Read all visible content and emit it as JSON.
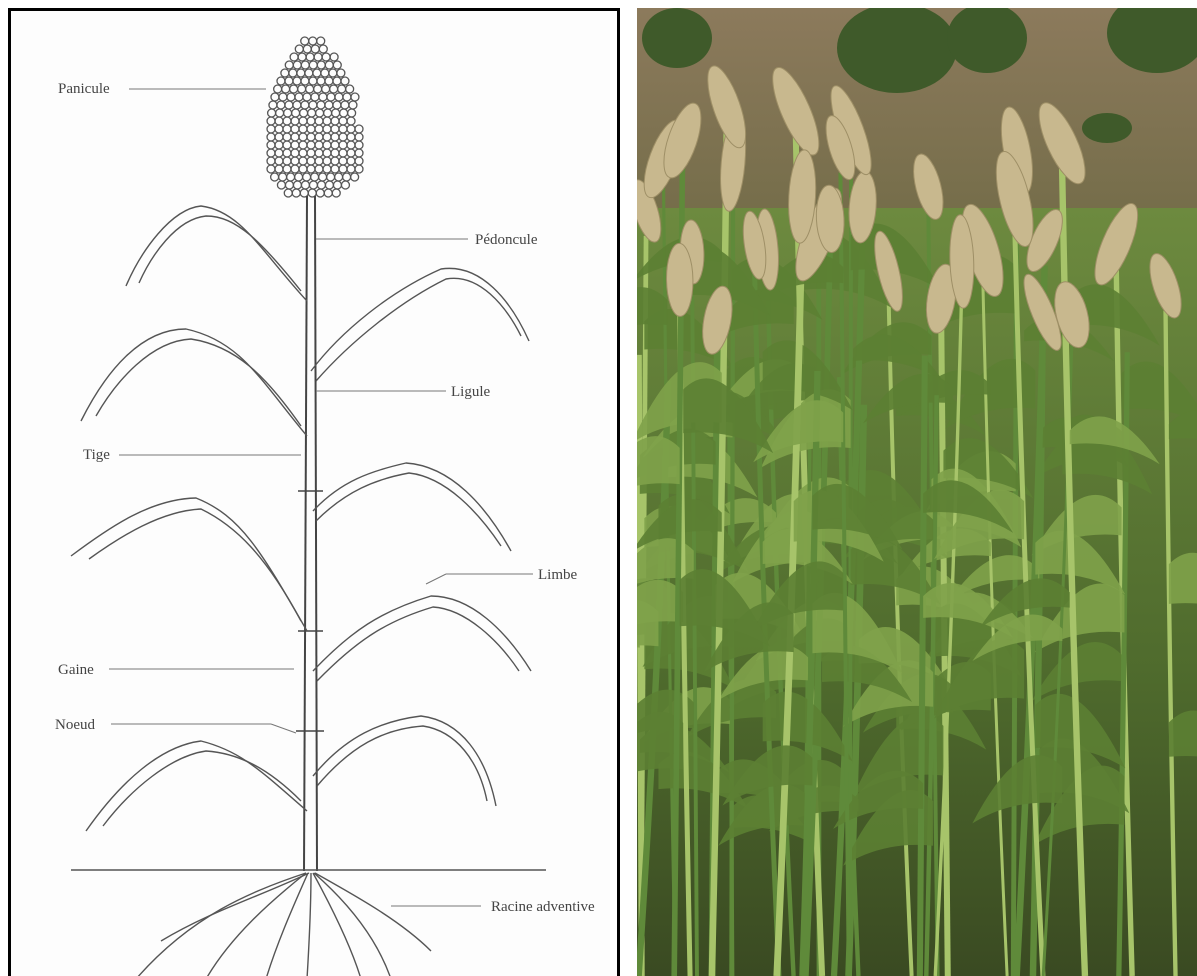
{
  "diagram": {
    "labels": {
      "panicule": "Panicule",
      "pedoncule": "Pédoncule",
      "ligule": "Ligule",
      "tige": "Tige",
      "limbe": "Limbe",
      "gaine": "Gaine",
      "noeud": "Noeud",
      "racine": "Racine adventive"
    }
  },
  "photo": {
    "subject": "sorghum-field-photo",
    "colors": {
      "sky_hill": "#8a7a5a",
      "leaf": "#5f8a3a",
      "leaf_light": "#a7c46a",
      "panicle": "#c8b88e"
    }
  }
}
